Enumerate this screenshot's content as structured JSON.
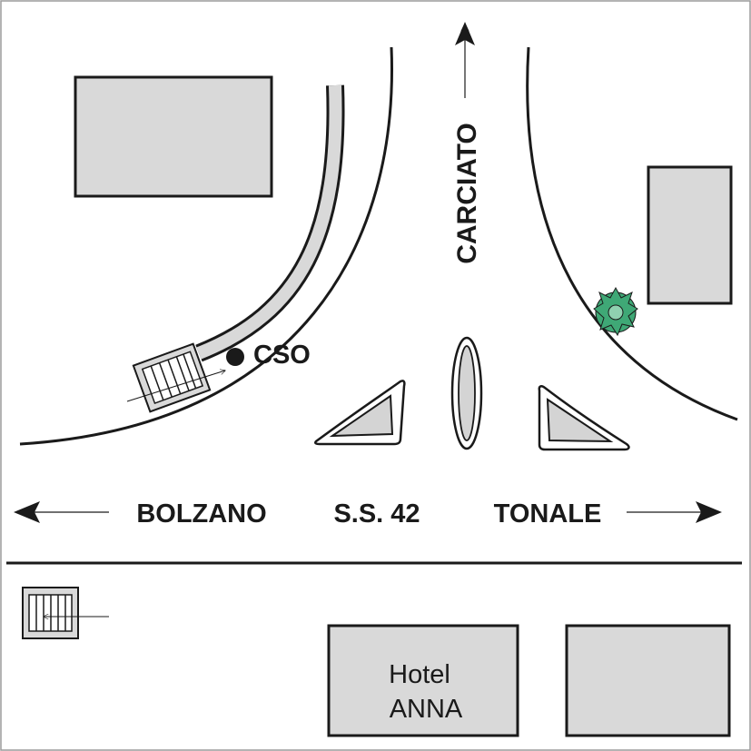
{
  "labels": {
    "carciato": "CARCIATO",
    "cso": "CSO",
    "bolzano": "BOLZANO",
    "road": "S.S. 42",
    "tonale": "TONALE",
    "hotel_line1": "Hotel",
    "hotel_line2": "ANNA"
  },
  "colors": {
    "building_fill": "#d9d9d9",
    "line": "#1a1a1a",
    "island_fill": "#d4d4d4",
    "tree": "#3fa876"
  },
  "icons": {
    "stairs": "stairs-icon",
    "tree": "tree-icon",
    "location": "location-dot-icon"
  }
}
